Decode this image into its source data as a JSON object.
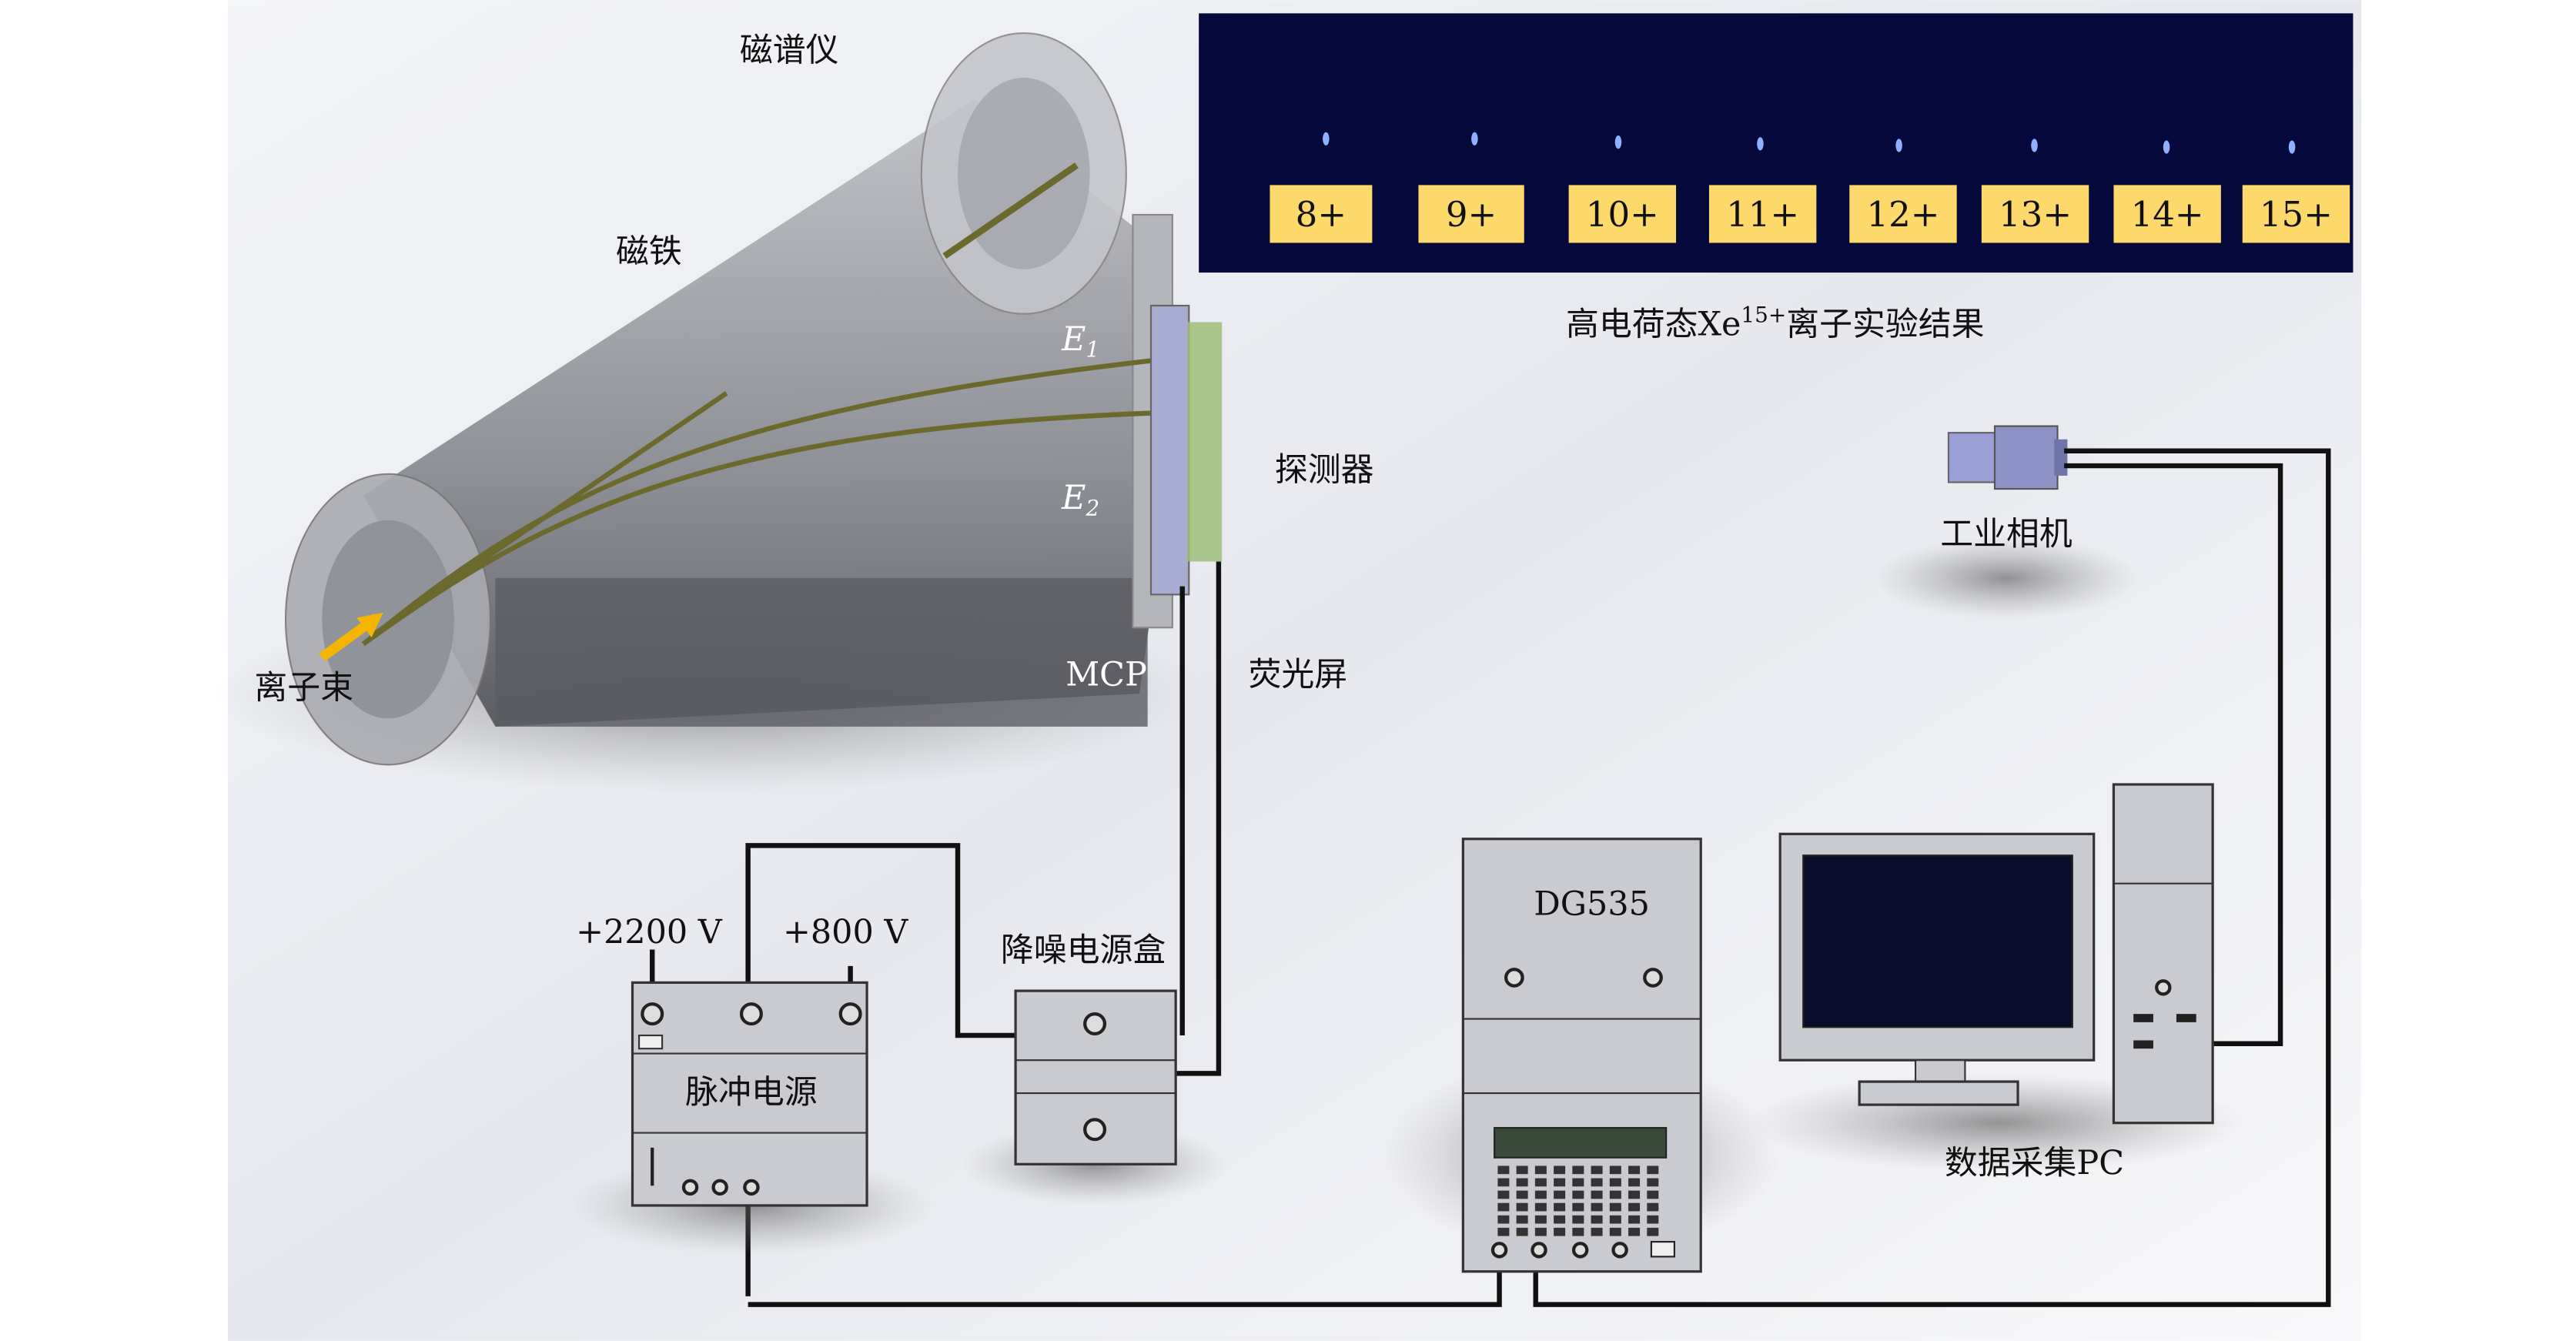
{
  "title": "高电荷态Xe15+离子实验结果",
  "spectrum": {
    "caption_prefix": "高电荷态Xe",
    "caption_sup": "15+",
    "caption_suffix": "离子实验结果",
    "charge_labels": [
      "8+",
      "9+",
      "10+",
      "11+",
      "12+",
      "13+",
      "14+",
      "15+"
    ]
  },
  "spectrometer": {
    "label": "磁谱仪",
    "magnet": "磁铁",
    "e1": "E",
    "e1_sub": "1",
    "e2": "E",
    "e2_sub": "2",
    "ion_beam": "离子束",
    "mcp": "MCP",
    "detector": "探测器",
    "phosphor_screen": "荧光屏"
  },
  "camera": {
    "label": "工业相机"
  },
  "pulse_supply": {
    "label": "脉冲电源",
    "v1": "+2200 V",
    "v2": "+800 V"
  },
  "noise_box": {
    "label": "降噪电源盒"
  },
  "delay_generator": {
    "label": "DG535"
  },
  "pc": {
    "label": "数据采集PC"
  },
  "colors": {
    "spectrum_bg": "#05083a",
    "tag_bg": "#fdd86a",
    "arrow": "#f5b400",
    "detector_green": "#9fbf7a"
  }
}
